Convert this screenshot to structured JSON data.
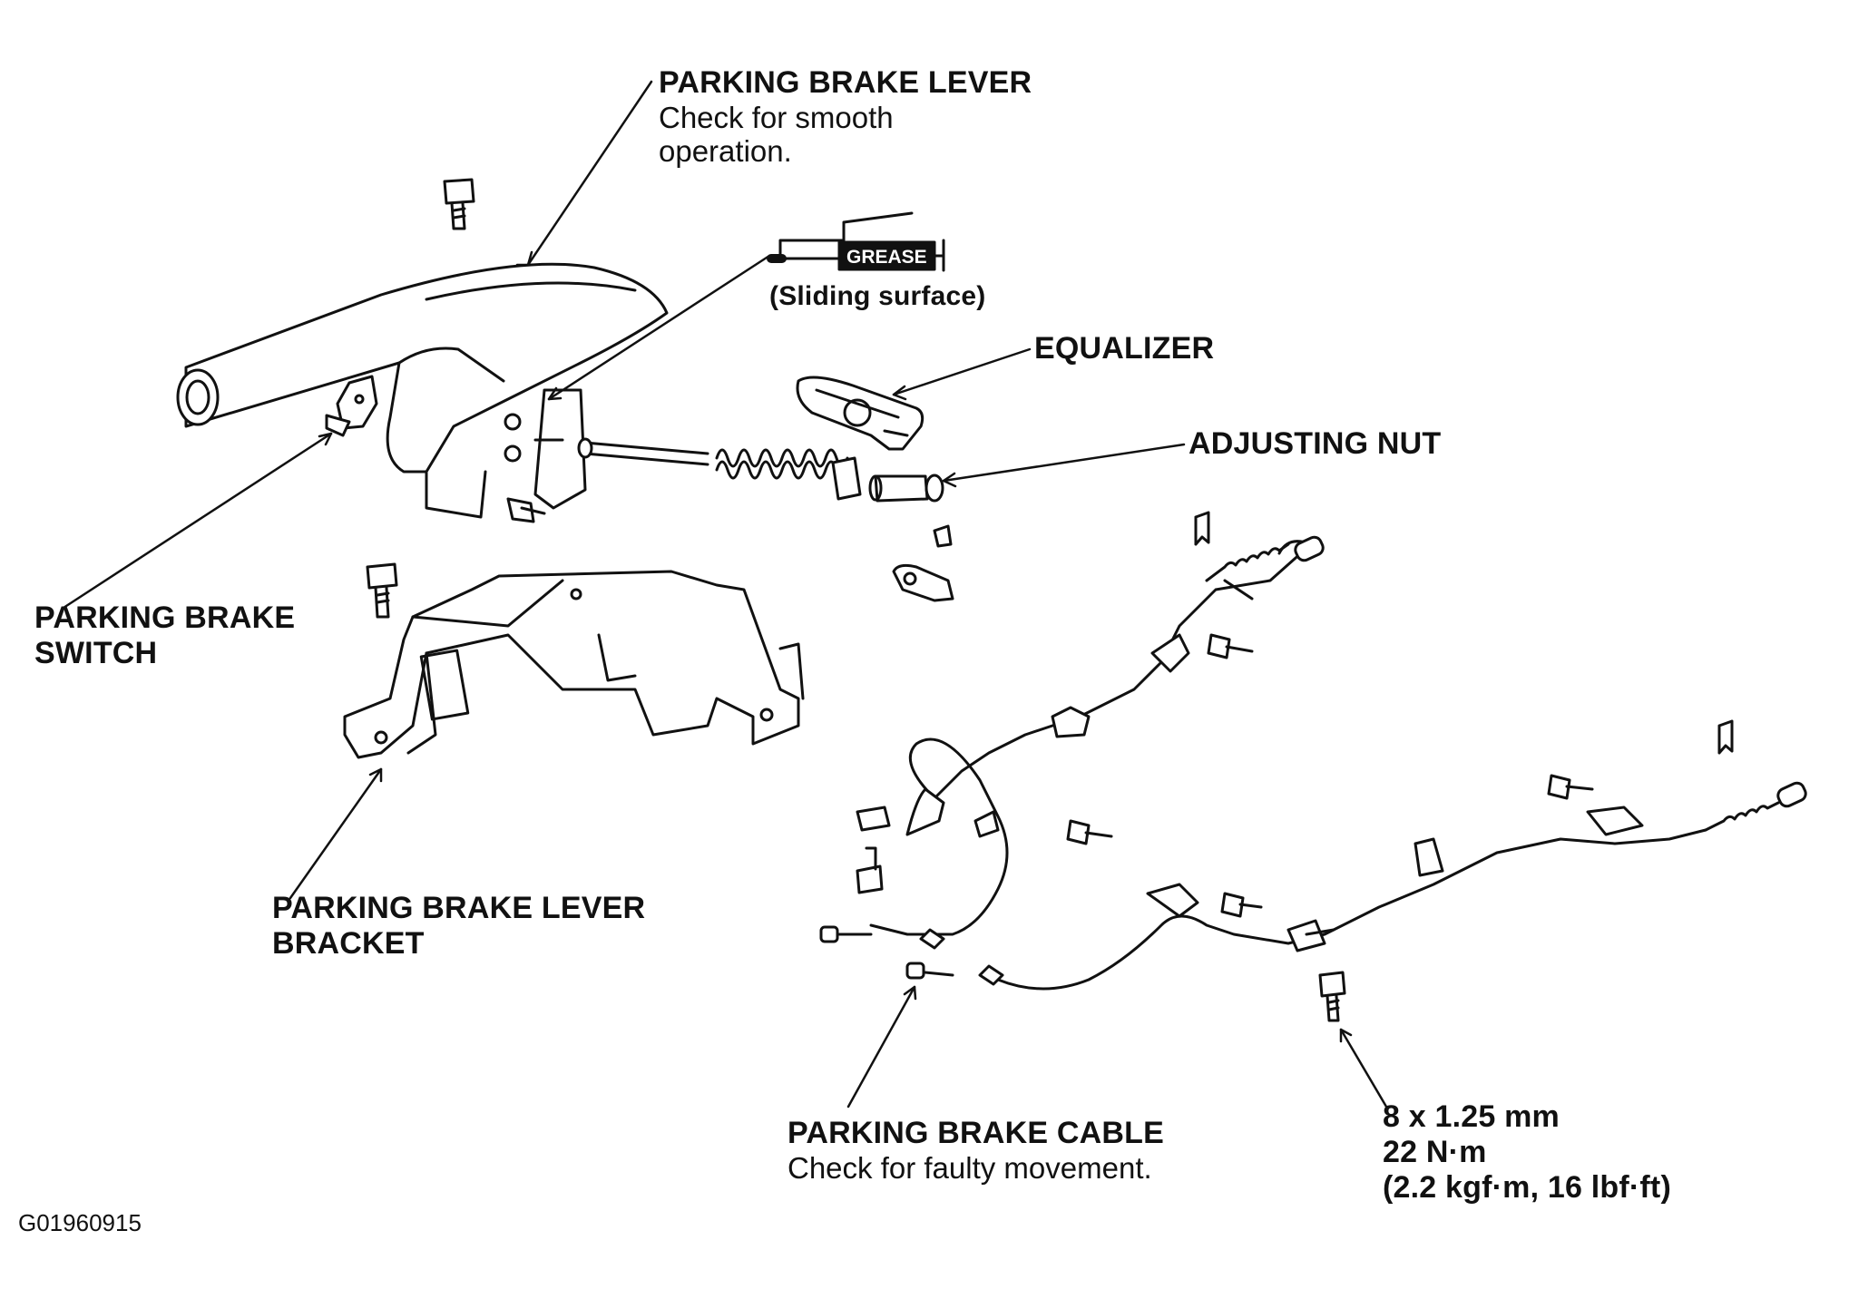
{
  "labels": {
    "lever_title": "PARKING BRAKE LEVER",
    "lever_note_1": "Check for smooth",
    "lever_note_2": "operation.",
    "grease_tag": "GREASE",
    "sliding_surface": "(Sliding surface)",
    "equalizer": "EQUALIZER",
    "adjusting_nut": "ADJUSTING NUT",
    "switch_1": "PARKING BRAKE",
    "switch_2": "SWITCH",
    "bracket_1": "PARKING BRAKE LEVER",
    "bracket_2": "BRACKET",
    "cable_title": "PARKING BRAKE CABLE",
    "cable_note": "Check for faulty movement.",
    "bolt_spec_1": "8 x 1.25 mm",
    "bolt_spec_2": "22 N·m",
    "bolt_spec_3": "(2.2 kgf·m, 16 lbf·ft)",
    "figure_code": "G01960915"
  }
}
